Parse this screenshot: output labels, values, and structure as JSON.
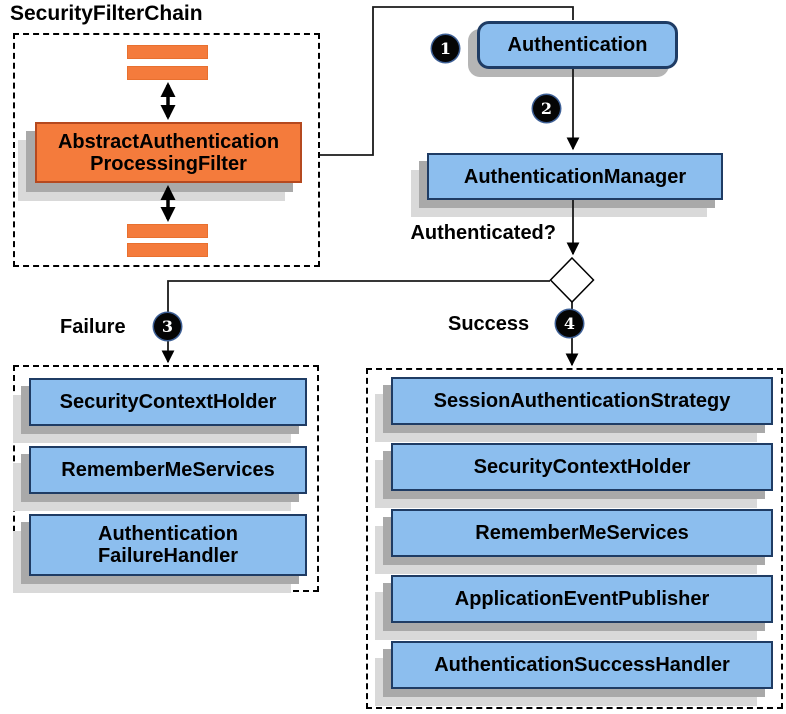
{
  "title": "SecurityFilterChain",
  "decision_label": "Authenticated?",
  "branches": {
    "failure": "Failure",
    "success": "Success"
  },
  "steps": {
    "step1": "1",
    "step2": "2",
    "step3": "3",
    "step4": "4"
  },
  "filter_chain": {
    "filter_line1": "AbstractAuthentication",
    "filter_line2": "ProcessingFilter"
  },
  "nodes": {
    "authentication": "Authentication",
    "authentication_manager": "AuthenticationManager"
  },
  "failure_panel": {
    "items": [
      "SecurityContextHolder",
      "RememberMeServices"
    ],
    "item3_line1": "Authentication",
    "item3_line2": "FailureHandler"
  },
  "success_panel": {
    "items": [
      "SessionAuthenticationStrategy",
      "SecurityContextHolder",
      "RememberMeServices",
      "ApplicationEventPublisher",
      "AuthenticationSuccessHandler"
    ]
  },
  "colors": {
    "node_blue_fill": "#8CBEEE",
    "node_blue_border": "#1F3C64",
    "node_orange_fill": "#F47B3C",
    "node_orange_border": "#B5491F",
    "shadow_dark": "#a9a9a9",
    "shadow_light": "#d9d9d9",
    "badge_fill": "#050505",
    "line_color": "#1a1a1a"
  }
}
